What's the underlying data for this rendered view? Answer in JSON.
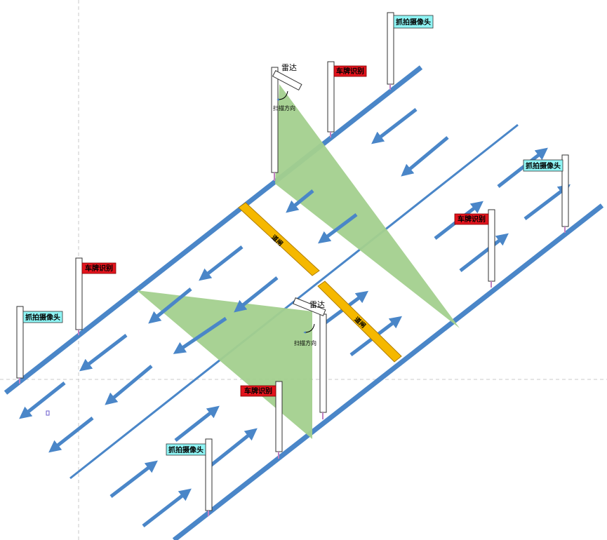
{
  "labels": {
    "camera": "抓拍摄像头",
    "plate": "车牌识别",
    "radar": "雷达",
    "scan": "扫描方向",
    "gate": "道闸"
  },
  "colors": {
    "road_edge": "#4a86c8",
    "arrow": "#4a86c8",
    "radar_beam": "#a3d08e",
    "gate": "#f5b800",
    "camera_label_bg": "#8ff5f5",
    "plate_label_bg": "#e3141d",
    "guide_line": "#bfbfbf"
  },
  "icons": [
    "radar-icon",
    "scan-direction-icon",
    "barrier-gate-icon",
    "camera-pole-icon",
    "lane-arrow-icon"
  ]
}
